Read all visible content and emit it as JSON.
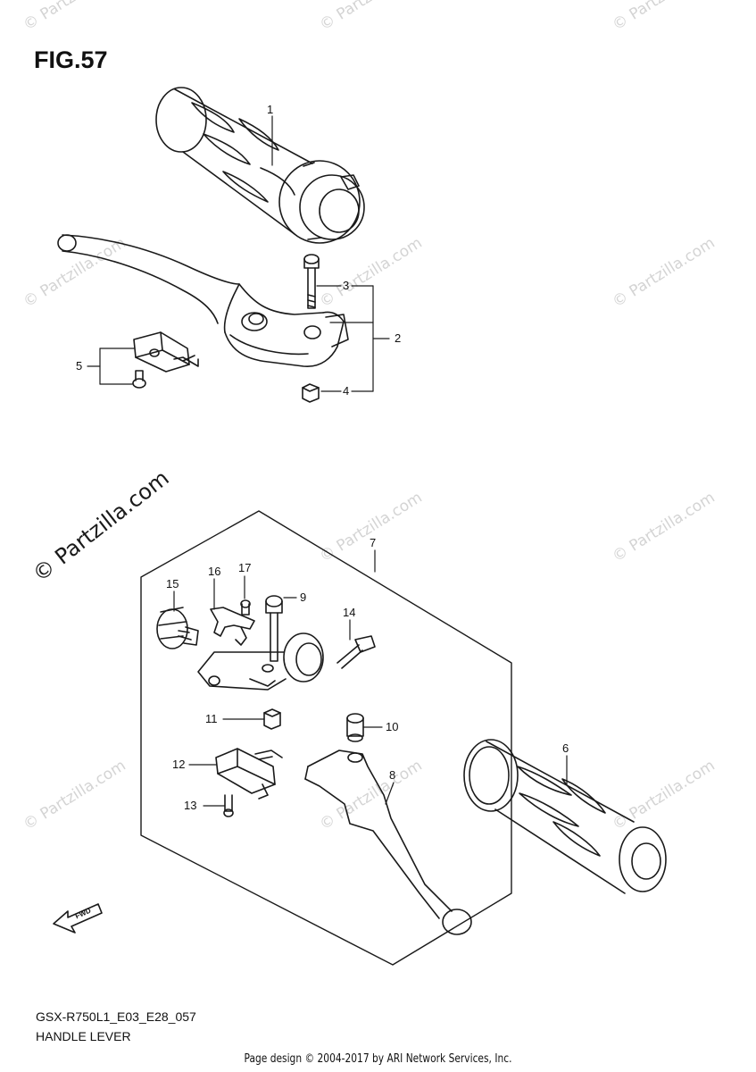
{
  "figure_title": "FIG.57",
  "watermark_text": "© Partzilla.com",
  "callouts": {
    "p1": "1",
    "p2": "2",
    "p3": "3",
    "p4": "4",
    "p5": "5",
    "p6": "6",
    "p7": "7",
    "p8": "8",
    "p9": "9",
    "p10": "10",
    "p11": "11",
    "p12": "12",
    "p13": "13",
    "p14": "14",
    "p15": "15",
    "p16": "16",
    "p17": "17"
  },
  "fwd_label": "FWD",
  "model_code": "GSX-R750L1_E03_E28_057",
  "diagram_name": "HANDLE LEVER",
  "footer": "Page design © 2004-2017 by ARI Network Services, Inc."
}
